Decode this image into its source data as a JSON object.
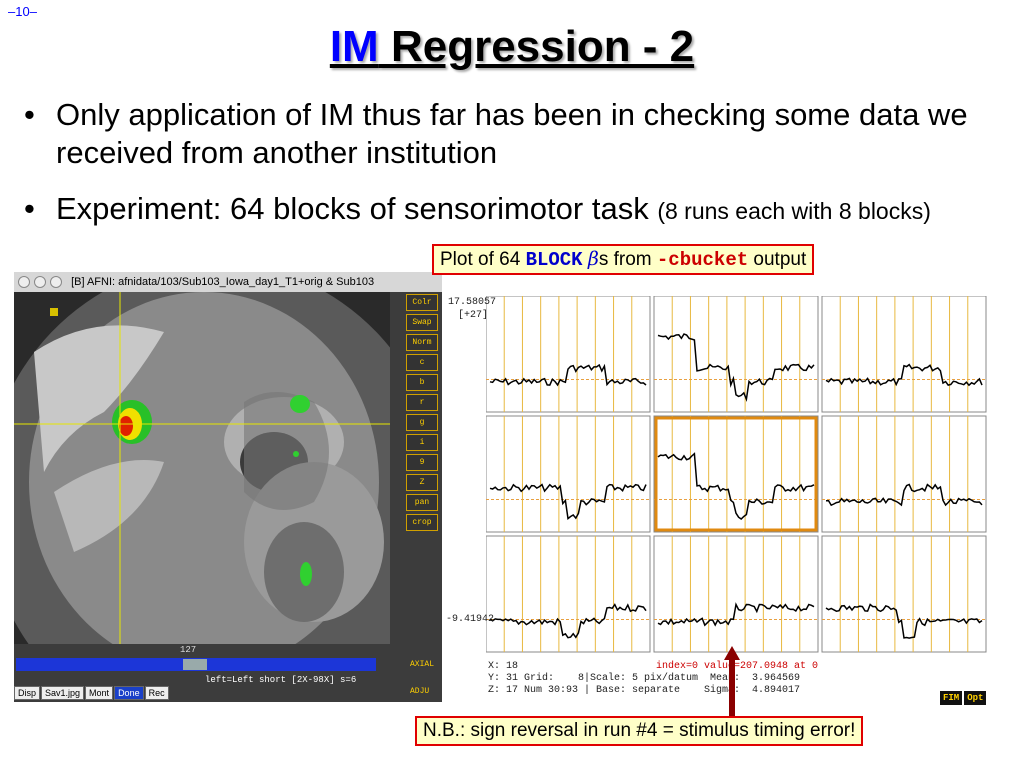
{
  "slide_number": "–10–",
  "title": {
    "im": "IM",
    "rest": " Regression - 2"
  },
  "bullets": [
    {
      "marker": "•",
      "text": " Only application of IM thus far has been in checking some data we received from another institution"
    },
    {
      "marker": "•",
      "text": " Experiment: 64 blocks of sensorimotor task ",
      "small": "(8 runs each with 8 blocks)"
    }
  ],
  "callout_top": {
    "pre": "Plot of 64 ",
    "block": "BLOCK",
    "beta": "β",
    "post_s": "s from ",
    "cbucket": "-cbucket",
    "post": " output"
  },
  "callout_bottom": "N.B.: sign reversal in run #4 = stimulus timing error!",
  "afni": {
    "window_title": "[B] AFNI: afnidata/103/Sub103_Iowa_day1_T1+orig & Sub103",
    "side_buttons": [
      "Colr",
      "Swap",
      "Norm",
      "c",
      "b",
      "r",
      "g",
      "i",
      "9",
      "Z",
      "pan",
      "crop"
    ],
    "slider_value": "127",
    "status": "left=Left short [2X-98X] s=6",
    "bottom_buttons": [
      "Disp",
      "Sav1.jpg",
      "Mont",
      "Done",
      "Rec"
    ],
    "axial_labels": [
      "AXIAL",
      "ADJU"
    ]
  },
  "graph": {
    "y_top": "17.58057",
    "y_top_sub": "[+27]",
    "y_bottom": "-9.41942",
    "info_lines": [
      "X: 18",
      "Y: 31 Grid:    8|Scale: 5 pix/datum  Mean:  3.964569",
      "Z: 17 Num 30:93 | Base: separate    Sigma:  4.894017"
    ],
    "index_text": "index=0 value=207.0948 at 0",
    "fim_buttons": [
      "FIM",
      "Opt"
    ]
  },
  "colors": {
    "accent_blue": "#0000ff",
    "callout_border": "#e00000",
    "callout_bg": "#ffffc8",
    "highlight_cell": "#e08a10"
  }
}
